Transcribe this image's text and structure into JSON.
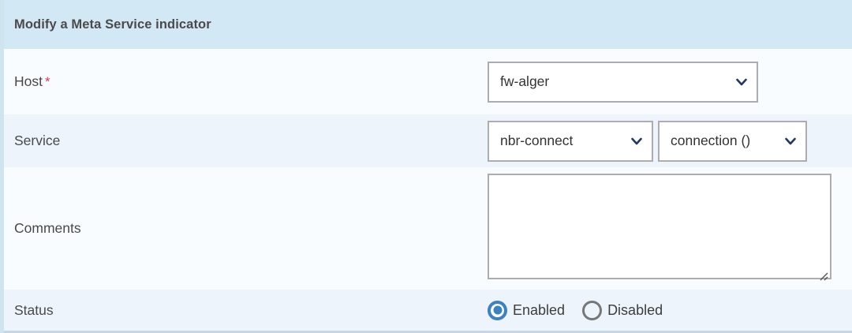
{
  "header": {
    "title": "Modify a Meta Service indicator",
    "background_color": "#d2e9f5",
    "text_color": "#4a4a4a"
  },
  "colors": {
    "accent_blue": "#3a82c4",
    "required_red": "#e8384f",
    "row_shade_light": "#f8fcfe",
    "row_shade_blue": "#edf4fc",
    "border_gray": "#adadad",
    "chevron_navy": "#1f3864"
  },
  "rows": {
    "host": {
      "label": "Host",
      "required_marker": "*",
      "select": {
        "value": "fw-alger",
        "icon": "chevron-down-icon"
      }
    },
    "service": {
      "label": "Service",
      "service_select": {
        "value": "nbr-connect",
        "icon": "chevron-down-icon"
      },
      "metric_select": {
        "value": "connection ()",
        "icon": "chevron-down-icon"
      }
    },
    "comments": {
      "label": "Comments",
      "textarea": {
        "value": "",
        "placeholder": ""
      },
      "resize_icon": "resize-grip-icon"
    },
    "status": {
      "label": "Status",
      "options": [
        {
          "label": "Enabled",
          "selected": true
        },
        {
          "label": "Disabled",
          "selected": false
        }
      ]
    }
  }
}
